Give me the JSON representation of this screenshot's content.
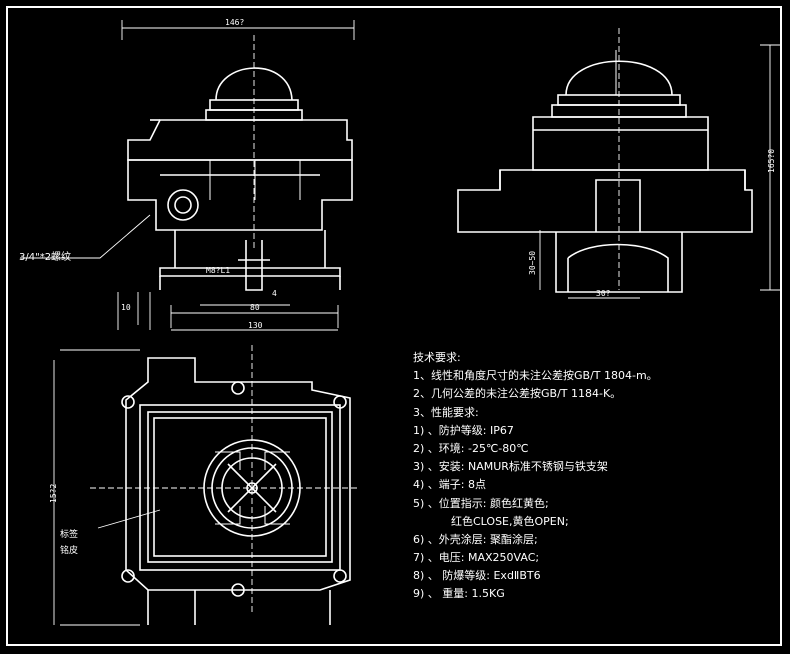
{
  "colors": {
    "background": "#000000",
    "lines": "#ffffff"
  },
  "dims": {
    "width_top": "146?",
    "height_right": "165?0",
    "height_left": "10",
    "base_height": "30~50",
    "base_width": "30?",
    "bolt_label": "M8?L1",
    "center_80": "80",
    "overall_130": "130",
    "small_4": "4",
    "plan_height": "15?2"
  },
  "labels": {
    "thread": "3/4\"*2螺纹",
    "plate_line1": "标签",
    "plate_line2": "铭皮"
  },
  "notes": {
    "title": "技术要求:",
    "n1": "1、线性和角度尺寸的未注公差按GB/T 1804-m。",
    "n2": "2、几何公差的未注公差按GB/T 1184-K。",
    "n3": "3、性能要求:",
    "p1": "1) 、防护等级: IP67",
    "p2": "2) 、环境: -25℃-80℃",
    "p3": "3) 、安装: NAMUR标准不锈钢与铁支架",
    "p4": "4) 、端子: 8点",
    "p5": "5) 、位置指示: 颜色红黄色;",
    "p5b": "红色CLOSE,黄色OPEN;",
    "p6": "6) 、外壳涂层: 聚酯涂层;",
    "p7": "7) 、电压: MAX250VAC;",
    "p8": "8) 、 防爆等级: ExdⅡBT6",
    "p9": "9) 、 重量: 1.5KG"
  }
}
